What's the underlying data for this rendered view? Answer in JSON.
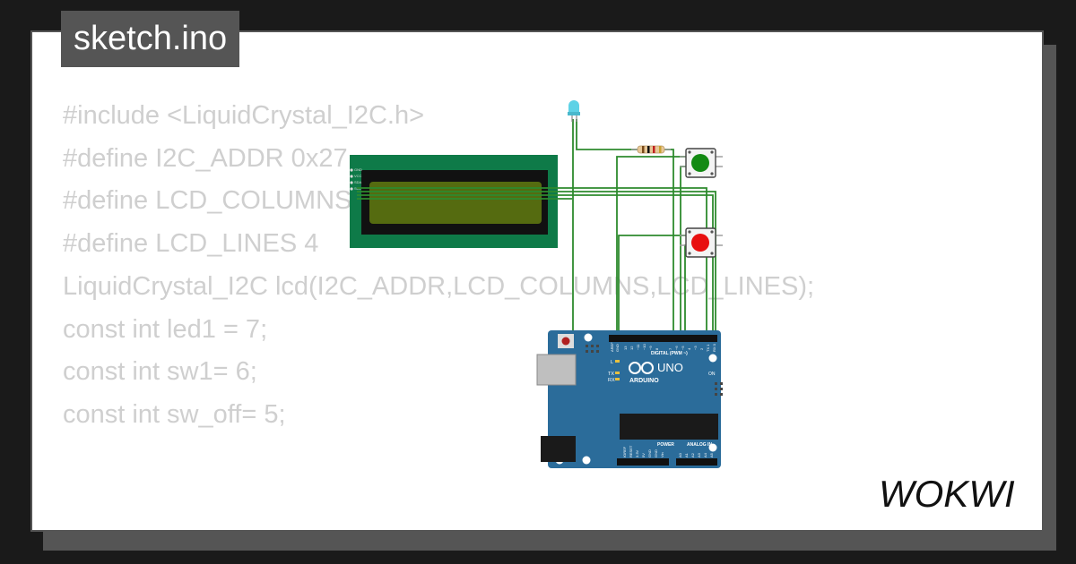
{
  "title_tab": {
    "label": "sketch.ino"
  },
  "code_lines": [
    "#include <LiquidCrystal_I2C.h>",
    "",
    "#define I2C_ADDR 0x27",
    "#define LCD_COLUMNS 20",
    "#define LCD_LINES 4",
    "",
    "LiquidCrystal_I2C lcd(I2C_ADDR,LCD_COLUMNS,LCD_LINES);",
    "",
    "const int led1 = 7;",
    "const int sw1= 6;",
    "const int sw_off= 5;"
  ],
  "arduino": {
    "model_label": "UNO",
    "brand_label": "ARDUINO",
    "digital_label": "DIGITAL (PWM ~)",
    "power_label": "POWER",
    "analog_label": "ANALOG IN",
    "tx_label": "TX",
    "rx_label": "RX",
    "l_label": "L",
    "on_label": "ON",
    "aref_label": "AREF",
    "gnd_label": "GND",
    "pin_labels": [
      "13",
      "12",
      "~11",
      "~10",
      "~9",
      "8",
      "7",
      "~6",
      "~5",
      "4",
      "~3",
      "2",
      "TX 1",
      "RX 0"
    ],
    "power_pins": [
      "IOREF",
      "RESET",
      "3.3V",
      "5V",
      "GND",
      "GND",
      "Vin"
    ],
    "analog_pins": [
      "A0",
      "A1",
      "A2",
      "A3",
      "A4",
      "A5"
    ]
  },
  "lcd": {
    "pin_labels": [
      "GND",
      "VCC",
      "SDA",
      "SCL"
    ]
  },
  "logo": {
    "text": "WOKWI"
  },
  "colors": {
    "background": "#1a1a1a",
    "card": "#ffffff",
    "frame": "#555555",
    "code_text": "#cfcfcf",
    "wire": "#2e8b2e",
    "arduino_board": "#2b6c9a",
    "lcd_frame": "#0e7a48",
    "lcd_screen": "#556b10",
    "button_green": "#138a13",
    "button_red": "#e81010",
    "led": "#5ed2e6"
  }
}
